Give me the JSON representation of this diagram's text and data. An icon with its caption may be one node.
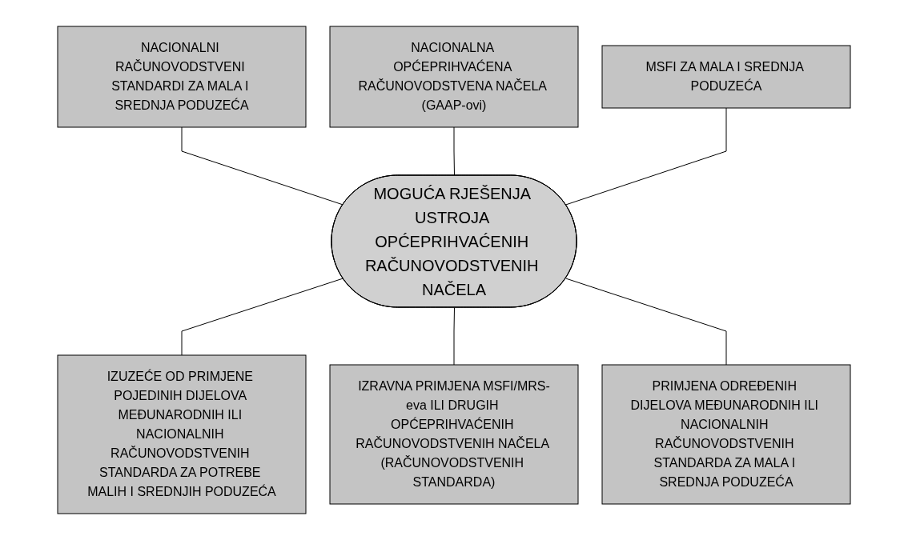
{
  "diagram": {
    "nodes": [
      {
        "text": [
          "NACIONALNI RAČUNOVODSTVENI STANDARDI ZA MALA I SREDNJA PODUZEĆA"
        ]
      },
      {
        "text": [
          "NACIONALNA OPĆEPRIHVAĆENA RAČUNOVODSTVENA NAČELA (GAAP-ovi)"
        ]
      },
      {
        "text": [
          "MSFI ZA MALA I SREDNJA PODUZEĆA"
        ]
      },
      {
        "text": [
          "MOGUĆA RJEŠENJA USTROJA OPĆEPRIHVAĆENIH RAČUNOVODSTVENIH NAČELA"
        ]
      },
      {
        "text": [
          "IZUZEĆE OD PRIMJENE POJEDINIH DIJELOVA MEĐUNARODNIH ILI NACIONALNIH RAČUNOVODSTVENIH STANDARDA ZA POTREBE MALIH I SREDNJIH PODUZEĆA"
        ]
      },
      {
        "text": [
          "IZRAVNA PRIMJENA MSFI/MRS-eva ILI DRUGIH OPĆEPRIHVAĆENIH RAČUNOVODSTVENIH NAČELA (RAČUNOVODSTVENIH STANDARDA)"
        ]
      },
      {
        "text": [
          "PRIMJENA ODREĐENIH DIJELOVA MEĐUNARODNIH ILI NACIONALNIH RAČUNOVODSTVENIH STANDARDA ZA MALA I SREDNJA PODUZEĆA"
        ]
      }
    ],
    "edges": [
      {
        "from": 0,
        "to": 3,
        "arrow": "none"
      },
      {
        "from": 1,
        "to": 3,
        "arrow": "none"
      },
      {
        "from": 2,
        "to": 3,
        "arrow": "none"
      },
      {
        "from": 3,
        "to": 4,
        "arrow": "none"
      },
      {
        "from": 3,
        "to": 5,
        "arrow": "none"
      },
      {
        "from": 3,
        "to": 6,
        "arrow": "none"
      }
    ]
  }
}
